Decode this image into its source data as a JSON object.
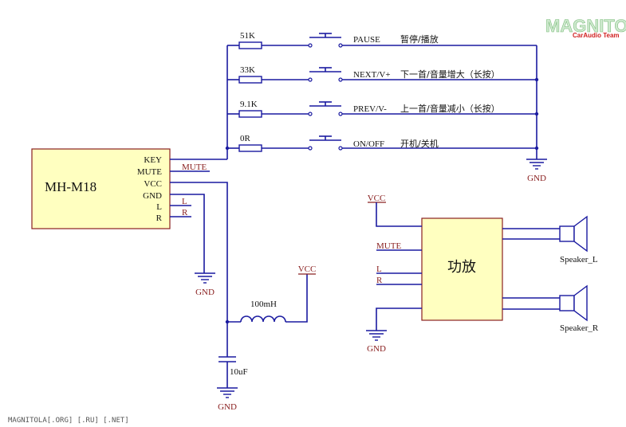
{
  "chip": {
    "name": "MH-M18",
    "pins": [
      "KEY",
      "MUTE",
      "VCC",
      "GND",
      "L",
      "R"
    ]
  },
  "keys": [
    {
      "resistor": "51K",
      "label": "PAUSE",
      "desc": "暂停/播放"
    },
    {
      "resistor": "33K",
      "label": "NEXT/V+",
      "desc": "下一首/音量增大（长按）"
    },
    {
      "resistor": "9.1K",
      "label": "PREV/V-",
      "desc": "上一首/音量减小（长按）"
    },
    {
      "resistor": "0R",
      "label": "ON/OFF",
      "desc": "开机/关机"
    }
  ],
  "nets": {
    "mute": "MUTE",
    "l": "L",
    "r": "R",
    "vcc": "VCC",
    "gnd": "GND"
  },
  "inductor": "100mH",
  "capacitor": "10uF",
  "amp": {
    "name": "功放",
    "in_mute": "MUTE",
    "in_l": "L",
    "in_r": "R",
    "vcc": "VCC"
  },
  "speakers": {
    "left": "Speaker_L",
    "right": "Speaker_R"
  },
  "footer": "MAGNITOLA[.ORG] [.RU] [.NET]",
  "logo": {
    "main": "MAGNITOLA",
    "sub": "CarAudio Team"
  }
}
